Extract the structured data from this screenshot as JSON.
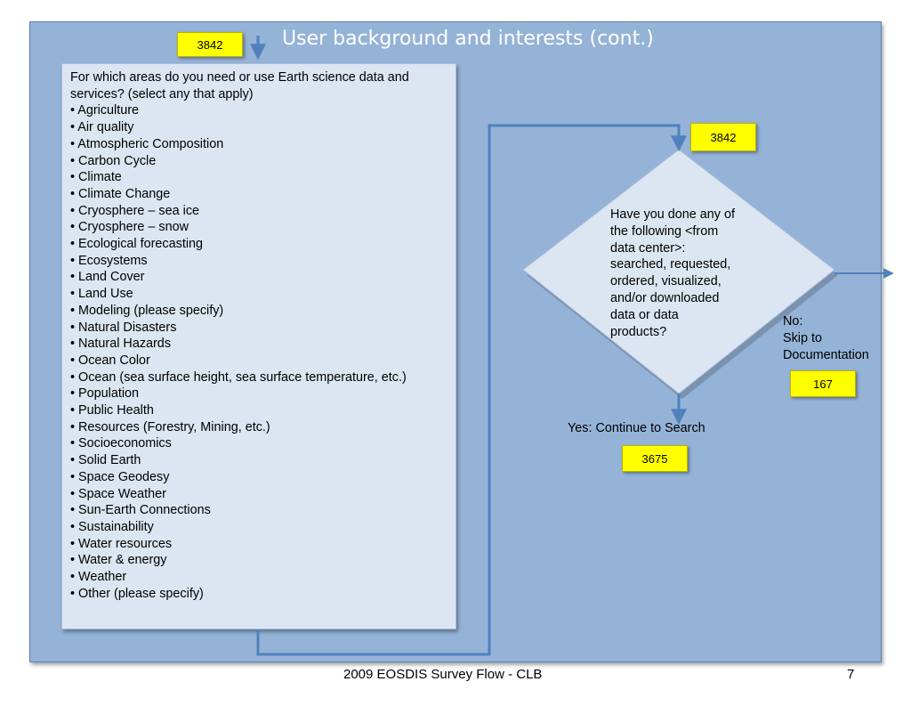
{
  "slide": {
    "title": "User background and interests (cont.)",
    "badges": {
      "top_left": "3842",
      "top_right": "3842",
      "no_branch": "167",
      "yes_branch": "3675"
    },
    "question": {
      "prompt": "For which areas do you need or use Earth science data and services? (select any that apply)",
      "options": [
        "• Agriculture",
        "• Air quality",
        "• Atmospheric Composition",
        "• Carbon Cycle",
        "• Climate",
        "• Climate Change",
        "• Cryosphere – sea ice",
        "• Cryosphere – snow",
        "• Ecological forecasting",
        "• Ecosystems",
        "• Land Cover",
        "• Land Use",
        "• Modeling (please specify)",
        "• Natural Disasters",
        "• Natural Hazards",
        "• Ocean Color",
        "• Ocean (sea surface height, sea surface temperature, etc.)",
        "• Population",
        "• Public Health",
        "• Resources (Forestry, Mining, etc.)",
        "• Socioeconomics",
        "• Solid Earth",
        "• Space Geodesy",
        "• Space Weather",
        "• Sun-Earth Connections",
        "• Sustainability",
        "• Water resources",
        "• Water & energy",
        "• Weather",
        "• Other (please specify)"
      ]
    },
    "decision": {
      "lines": [
        "Have you done any of",
        "the following <from",
        "data center>:",
        "searched, requested,",
        "ordered, visualized,",
        "and/or downloaded",
        "data or data",
        "products?"
      ]
    },
    "no_branch": {
      "line1": "No:",
      "line2": "Skip to",
      "line3": "Documentation"
    },
    "yes_branch": {
      "label": "Yes: Continue to Search"
    }
  },
  "footer": {
    "caption": "2009 EOSDIS Survey Flow - CLB",
    "page_number": "7"
  },
  "colors": {
    "panel": "#95b3d7",
    "question_box": "#dce6f2",
    "connector": "#4f81bd",
    "badge": "#ffff00"
  }
}
